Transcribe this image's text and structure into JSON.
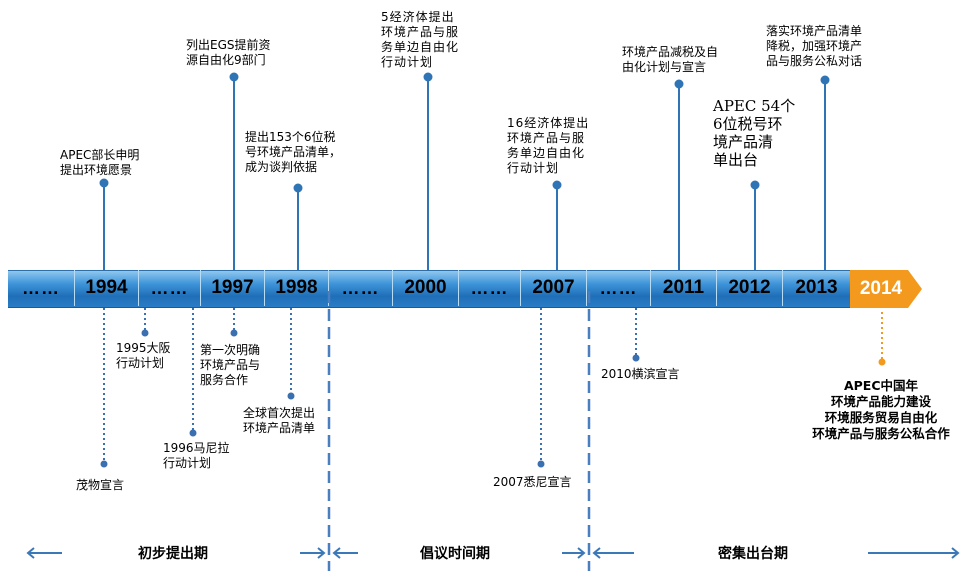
{
  "timeline": {
    "cells": [
      {
        "label": "……"
      },
      {
        "label": "1994"
      },
      {
        "label": "……"
      },
      {
        "label": "1997"
      },
      {
        "label": "1998"
      },
      {
        "label": "……"
      },
      {
        "label": "2000"
      },
      {
        "label": "……"
      },
      {
        "label": "2007"
      },
      {
        "label": "……"
      },
      {
        "label": "2011"
      },
      {
        "label": "2012"
      },
      {
        "label": "2013"
      }
    ],
    "highlight": {
      "label": "2014",
      "color": "#f39a1e"
    }
  },
  "above": [
    {
      "text": "APEC部长申明\n提出环境愿景"
    },
    {
      "text": "列出EGS提前资\n源自由化9部门"
    },
    {
      "text": "提出153个6位税\n号环境产品清单，\n成为谈判依据"
    },
    {
      "text": "5经济体提出\n环境产品与服\n务单边自由化\n行动计划"
    },
    {
      "text": "16经济体提出\n环境产品与服\n务单边自由化\n行动计划"
    },
    {
      "text": "环境产品减税及自\n由化计划与宣言"
    },
    {
      "text": "APEC 54个\n6位税号环\n境产品清\n单出台"
    },
    {
      "text": "落实环境产品清单\n降税，加强环境产\n品与服务公私对话"
    }
  ],
  "below": [
    {
      "text": "茂物宣言"
    },
    {
      "text": "1995大阪\n行动计划"
    },
    {
      "text": "1996马尼拉\n行动计划"
    },
    {
      "text": "第一次明确\n环境产品与\n服务合作"
    },
    {
      "text": "全球首次提出\n环境产品清单"
    },
    {
      "text": "2007悉尼宣言"
    },
    {
      "text": "2010横滨宣言"
    },
    {
      "text": "APEC中国年\n环境产品能力建设\n环境服务贸易自由化\n环境产品与服务公私合作"
    }
  ],
  "periods": [
    {
      "label": "初步提出期"
    },
    {
      "label": "倡议时间期"
    },
    {
      "label": "密集出台期"
    }
  ],
  "colors": {
    "line": "#2f74b5",
    "dotted": "#3a6fb0",
    "orange": "#f39a1e",
    "dashed": "#4a7fbf"
  }
}
